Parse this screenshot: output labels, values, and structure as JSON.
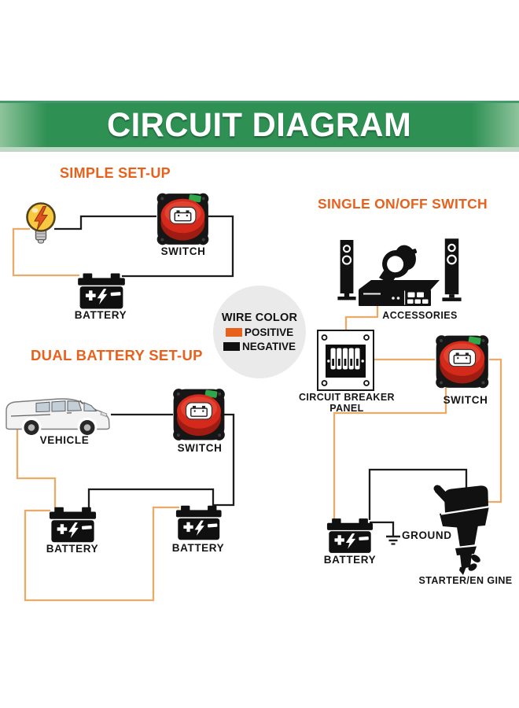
{
  "banner": {
    "title": "CIRCUIT DIAGRAM"
  },
  "legend": {
    "title": "WIRE COLOR",
    "positive": {
      "label": "POSITIVE",
      "color": "#e8611c"
    },
    "negative": {
      "label": "NEGATIVE",
      "color": "#111111"
    }
  },
  "wire_colors": {
    "positive_wire": "#eaab68",
    "negative_wire": "#1c1c1c"
  },
  "simple_setup": {
    "title": "SIMPLE SET-UP",
    "switch": "SWITCH",
    "battery": "BATTERY"
  },
  "single_switch": {
    "title": "SINGLE ON/OFF SWITCH",
    "accessories": "ACCESSORIES",
    "breaker_line1": "CIRCUIT BREAKER",
    "breaker_line2": "PANEL",
    "switch": "SWITCH",
    "battery": "BATTERY",
    "ground": "GROUND",
    "starter": "STARTER/EN GINE"
  },
  "dual_setup": {
    "title": "DUAL BATTERY SET-UP",
    "vehicle": "VEHICLE",
    "switch": "SWITCH",
    "battery_left": "BATTERY",
    "battery_right": "BATTERY"
  },
  "icons": {
    "bulb": "light-bulb-icon",
    "battery_switch": "battery-switch-icon",
    "battery": "battery-icon",
    "vehicle": "van-icon",
    "speakers": "tower-speaker-icon",
    "spotlight": "spotlight-icon",
    "receiver": "av-receiver-icon",
    "breaker_panel": "circuit-breaker-panel-icon",
    "ground": "ground-symbol-icon",
    "starter": "outboard-motor-icon"
  }
}
